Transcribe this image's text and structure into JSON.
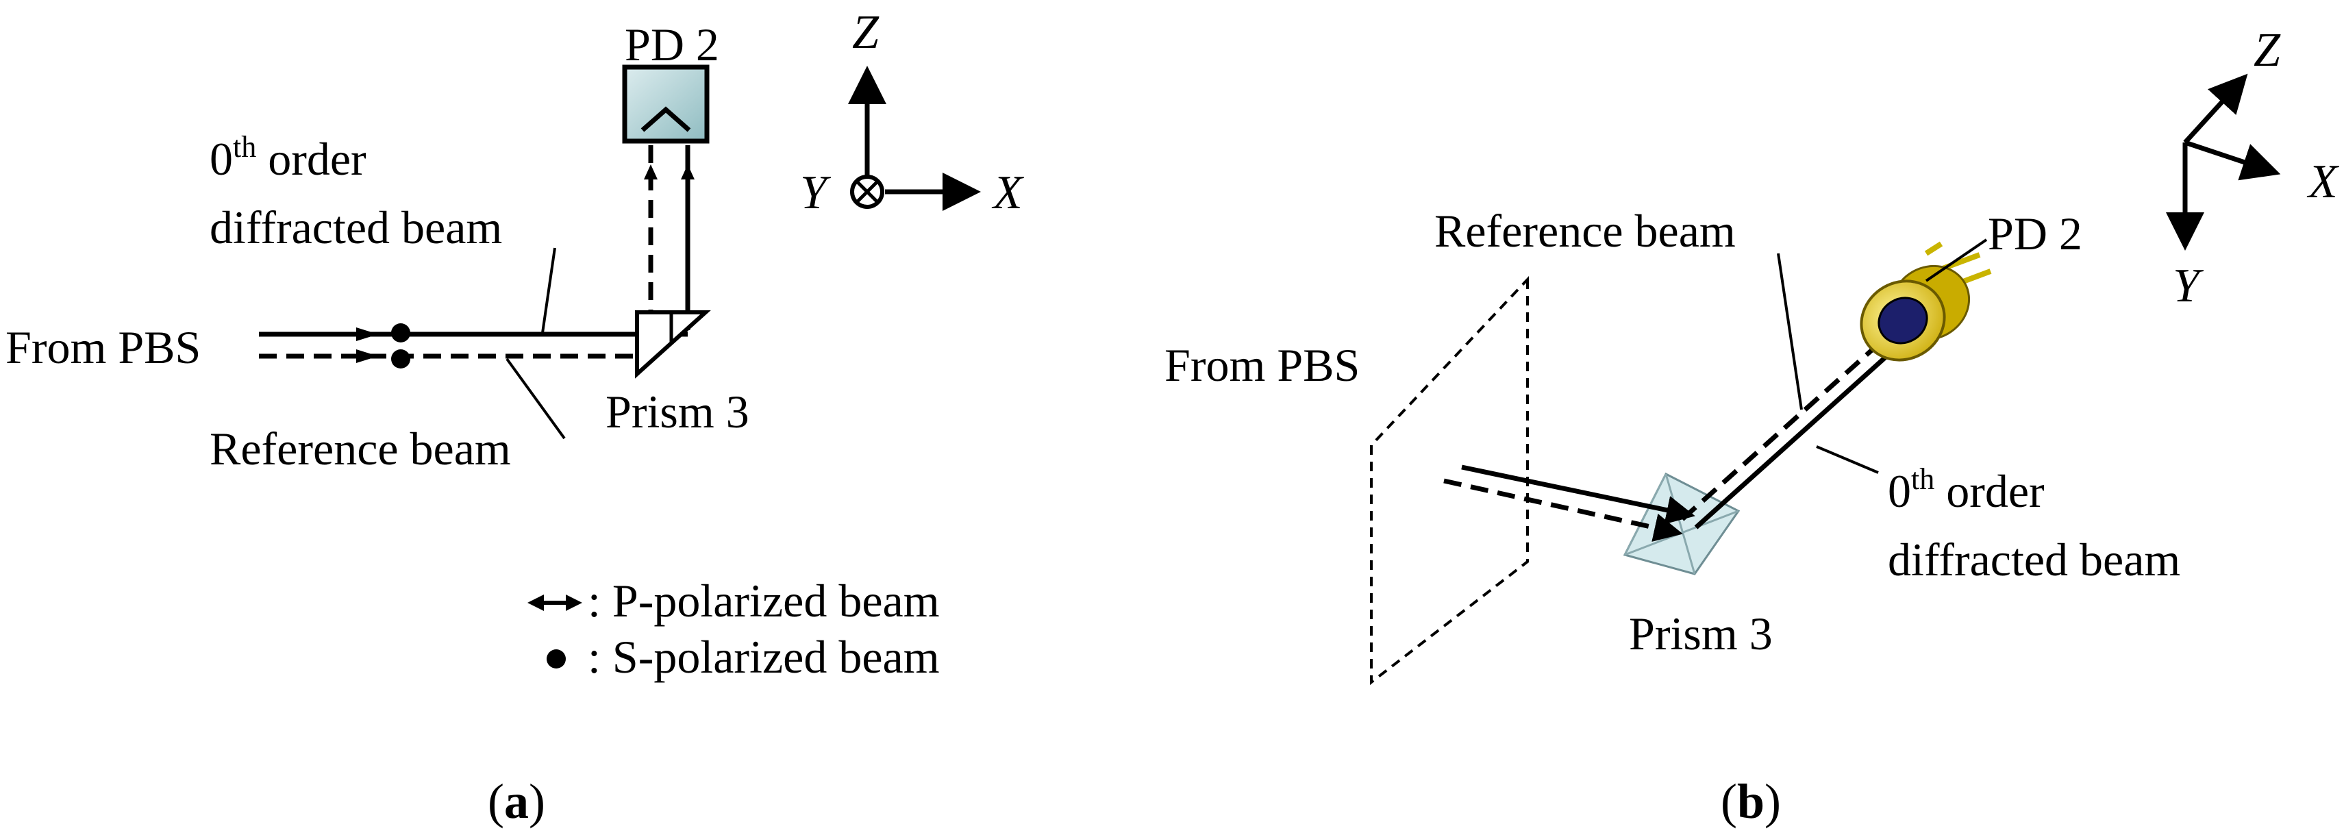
{
  "panel_a": {
    "pd_label": "PD 2",
    "axes": {
      "z": "Z",
      "y": "Y",
      "x": "X"
    },
    "zeroth_order": {
      "num": "0",
      "sup": "th",
      "line1_rest": " order",
      "line2": "diffracted beam"
    },
    "from_pbs": "From PBS",
    "prism_label": "Prism 3",
    "reference_beam": "Reference beam",
    "legend": {
      "p_polarized": ": P-polarized beam",
      "s_polarized": ": S-polarized beam"
    },
    "caption": {
      "open": "(",
      "letter": "a",
      "close": ")"
    }
  },
  "panel_b": {
    "axes": {
      "z": "Z",
      "x": "X",
      "y": "Y"
    },
    "reference_beam": "Reference beam",
    "pd_label": "PD 2",
    "from_pbs": "From PBS",
    "zeroth_order": {
      "num": "0",
      "sup": "th",
      "line1_rest": " order",
      "line2": "diffracted beam"
    },
    "prism_label": "Prism 3",
    "caption": {
      "open": "(",
      "letter": "b",
      "close": ")"
    }
  },
  "colors": {
    "line": "#000000",
    "pd_fill": "#a9cdd0",
    "prism_fill": "#cfe6ea",
    "pd_gold": "#e8d838",
    "pd_lens": "#1c1f6b"
  }
}
